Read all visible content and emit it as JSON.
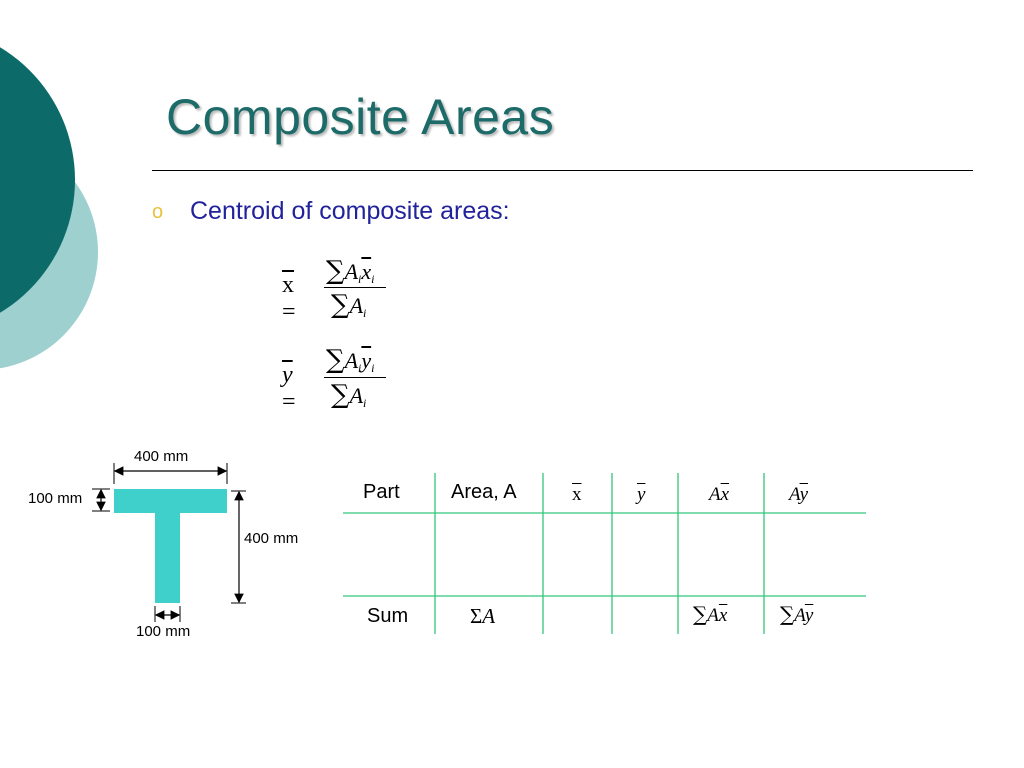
{
  "slide": {
    "title": "Composite Areas",
    "bullet_marker": "o",
    "bullet_text": "Centroid of composite areas:"
  },
  "formulas": {
    "xbar": {
      "lhs": "x",
      "equals": "=",
      "sum": "∑",
      "num_a": "A",
      "num_a_sub": "i",
      "num_var": "x",
      "num_var_sub": "i",
      "den_a": "A",
      "den_a_sub": "i"
    },
    "ybar": {
      "lhs": "y",
      "equals": "=",
      "sum": "∑",
      "num_a": "A",
      "num_a_sub": "i",
      "num_var": "y",
      "num_var_sub": "i",
      "den_a": "A",
      "den_a_sub": "i"
    }
  },
  "diagram": {
    "width_label": "400 mm",
    "flange_label": "100 mm",
    "height_label": "400 mm",
    "web_label": "100 mm",
    "shape_color": "#3fd0cc"
  },
  "table": {
    "headers": {
      "part": "Part",
      "area": "Area, A",
      "xbar": "x",
      "ybar": "y",
      "ax_a": "A",
      "ax_x": "x",
      "ay_a": "A",
      "ay_y": "y"
    },
    "sum_row": {
      "label": "Sum",
      "sigma": "Σ",
      "area_a": "A",
      "sum_sym": "∑",
      "ax_a": "A",
      "ax_x": "x",
      "ay_a": "A",
      "ay_y": "y"
    },
    "line_color": "#33c77a"
  },
  "colors": {
    "title": "#1c6b69",
    "bullet_text": "#22229a",
    "bullet_marker": "#e7c23a",
    "deco_dark": "#0c6b68",
    "deco_light": "#9fd0d0"
  }
}
